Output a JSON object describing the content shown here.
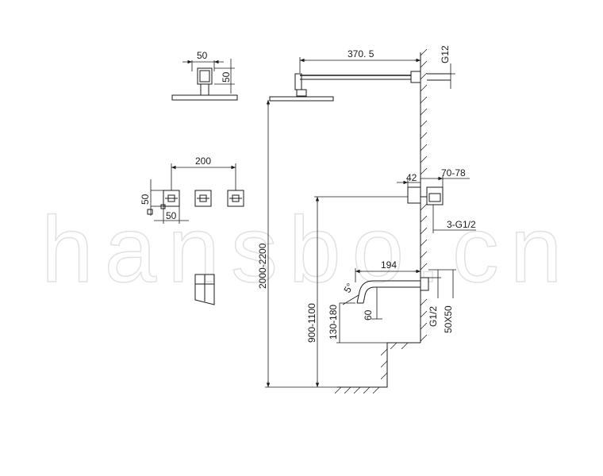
{
  "watermark": "hansbo.cn",
  "dimensions": {
    "head_width": "50",
    "head_height": "50",
    "spacing": "200",
    "valve_height": "50",
    "valve_width": "50",
    "arm_length": "370. 5",
    "top_thread": "G12",
    "mixer_depth": "42",
    "mixer_projection": "70-78",
    "outlets_thread": "3-G1/2",
    "spout_length": "194",
    "spout_angle": "5°",
    "spout_height": "60",
    "spout_range": "130-180",
    "total_height": "2000-2200",
    "mixer_height": "900-1100",
    "spout_thread": "G1/2",
    "flange_size": "50X50"
  }
}
